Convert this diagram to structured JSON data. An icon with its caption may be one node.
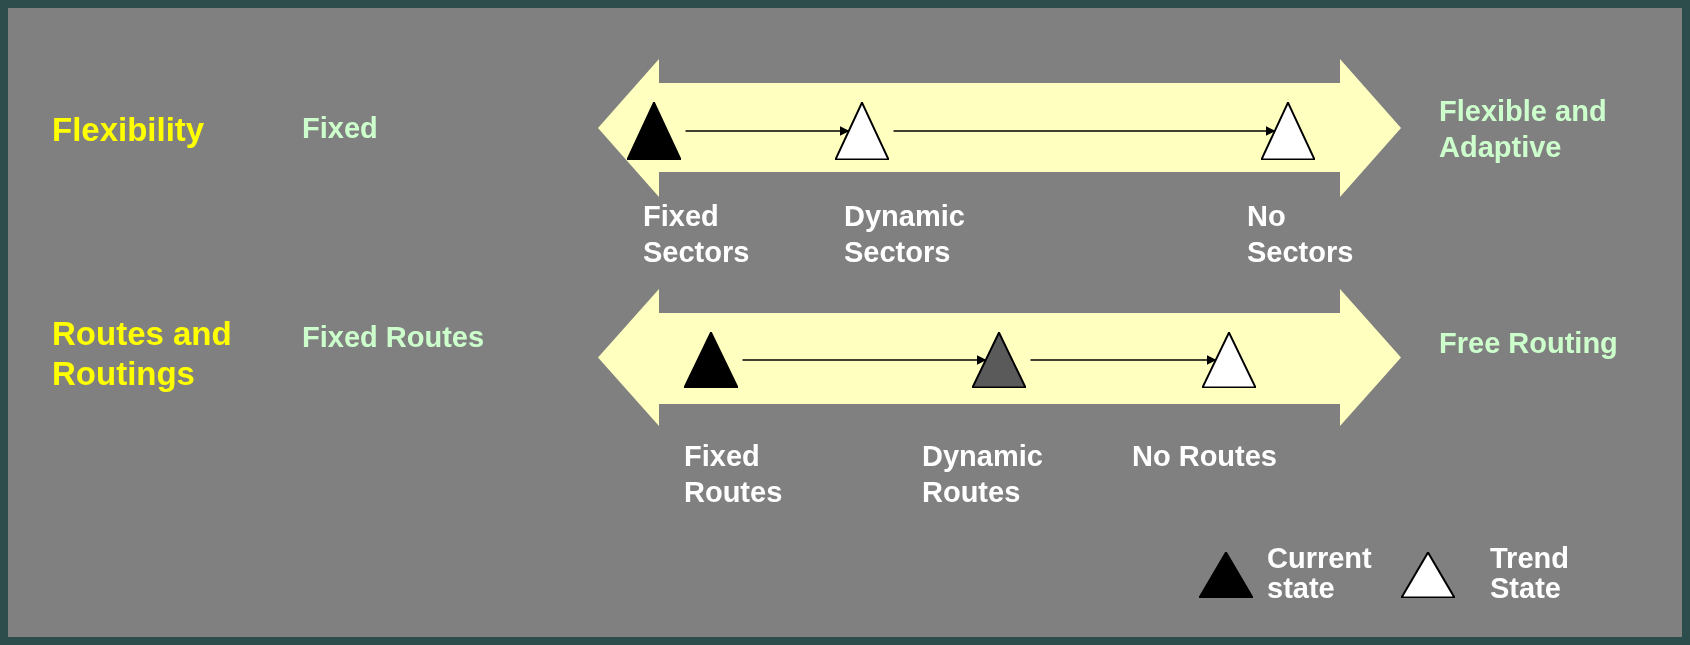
{
  "diagram": {
    "nodes": [
      {
        "text": [],
        "shape": "triangle",
        "beside": [
          "Fixed Sectors"
        ]
      },
      {
        "text": [],
        "shape": "triangle",
        "beside": [
          "Dynamic Sectors"
        ]
      },
      {
        "text": [],
        "shape": "triangle",
        "beside": [
          "No Sectors"
        ]
      },
      {
        "text": [],
        "shape": "triangle",
        "beside": [
          "Fixed Routes"
        ]
      },
      {
        "text": [],
        "shape": "triangle",
        "beside": [
          "Dynamic Routes"
        ]
      },
      {
        "text": [],
        "shape": "triangle",
        "beside": [
          "No Routes"
        ]
      }
    ],
    "edges": [
      {
        "from": 0,
        "to": 1,
        "arrow": "to"
      },
      {
        "from": 1,
        "to": 2,
        "arrow": "to"
      },
      {
        "from": 3,
        "to": 4,
        "arrow": "to"
      },
      {
        "from": 4,
        "to": 5,
        "arrow": "to"
      }
    ],
    "labels": [
      "Flexibility",
      "Fixed",
      "Flexible and Adaptive",
      "Routes and Routings",
      "Fixed Routes",
      "Free Routing"
    ],
    "legend": [
      {
        "text": "Current state"
      },
      {
        "text": "Trend State"
      }
    ]
  }
}
